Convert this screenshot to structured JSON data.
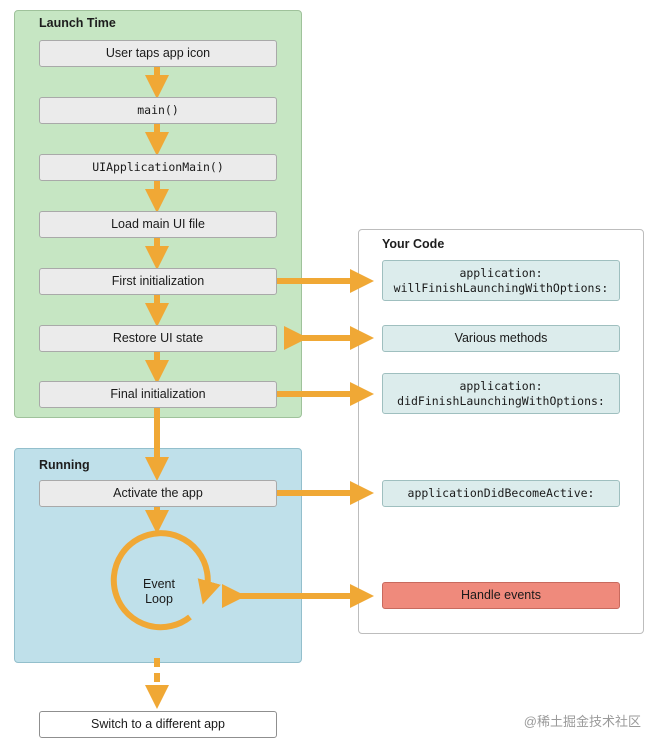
{
  "launch": {
    "title": "Launch Time",
    "steps": [
      "User taps app icon",
      "main()",
      "UIApplicationMain()",
      "Load main UI file",
      "First initialization",
      "Restore UI state",
      "Final initialization"
    ]
  },
  "running": {
    "title": "Running",
    "activate": "Activate the app",
    "loop": "Event\nLoop"
  },
  "exit": "Switch to a different app",
  "your_code": {
    "title": "Your Code",
    "will_finish_line1": "application:",
    "will_finish_line2": "willFinishLaunchingWithOptions:",
    "various": "Various methods",
    "did_finish_line1": "application:",
    "did_finish_line2": "didFinishLaunchingWithOptions:",
    "become_active": "applicationDidBecomeActive:",
    "handle_events": "Handle events"
  },
  "watermark": "@稀土掘金技术社区",
  "colors": {
    "launch_bg": "#c6e6c3",
    "running_bg": "#bfe0ea",
    "arrow": "#f0a835",
    "step_box": "#ebebeb",
    "code_box": "#dcecec",
    "handle_events": "#ef8a7c"
  }
}
